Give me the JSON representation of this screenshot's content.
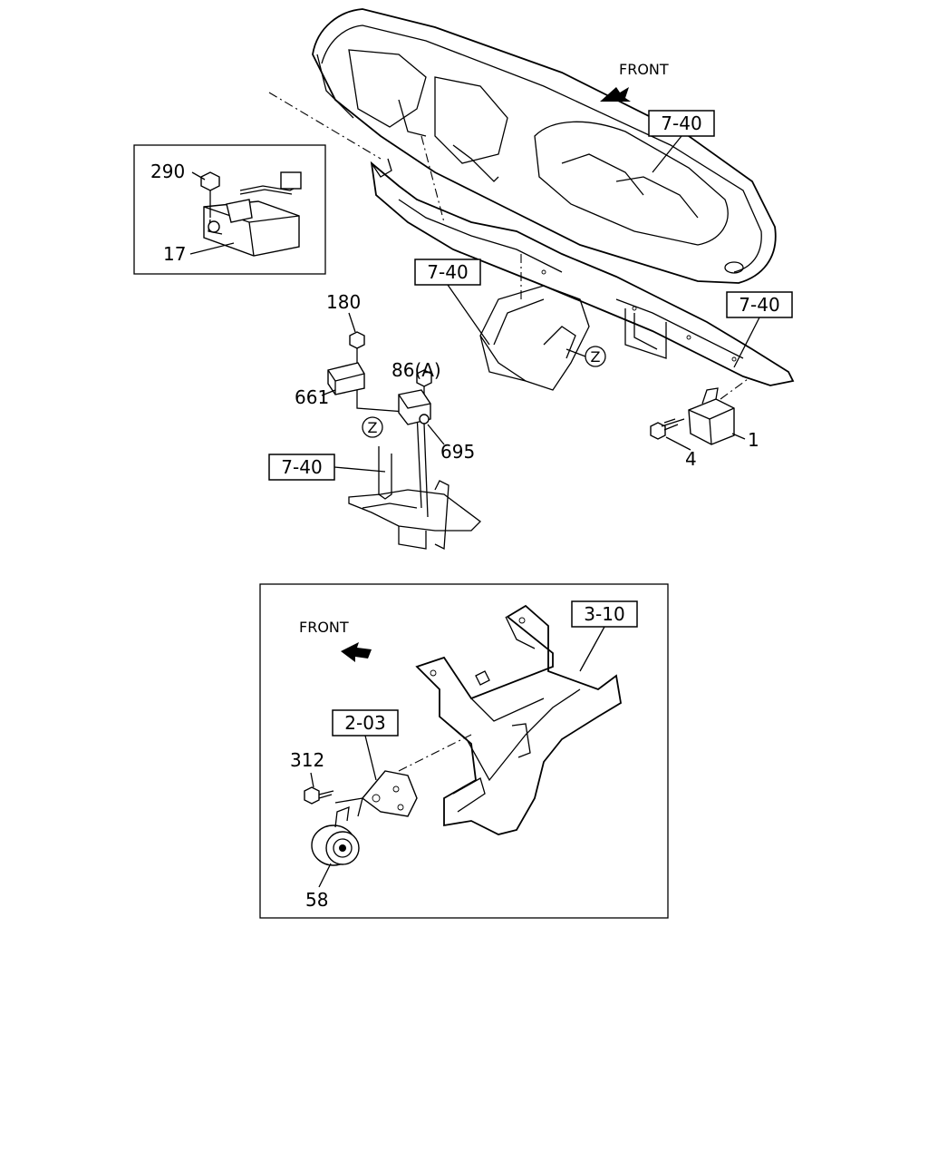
{
  "top_view": {
    "front_label": "FRONT",
    "refs": {
      "dash_panel": "7-40",
      "center_bracket": "7-40",
      "crossmember": "7-40",
      "lower_bracket": "7-40"
    },
    "circle_markers": [
      "Z",
      "Z"
    ],
    "part_numbers": {
      "sensor_module": "1",
      "bolt": "4",
      "nut_86": "86(A)",
      "nut_180": "180",
      "sensor_661": "661",
      "bracket_695": "695"
    },
    "inset": {
      "nut": "290",
      "unit": "17"
    }
  },
  "bottom_view": {
    "front_label": "FRONT",
    "refs": {
      "frame": "3-10",
      "bracket": "2-03"
    },
    "part_numbers": {
      "screw": "312",
      "horn": "58"
    }
  }
}
